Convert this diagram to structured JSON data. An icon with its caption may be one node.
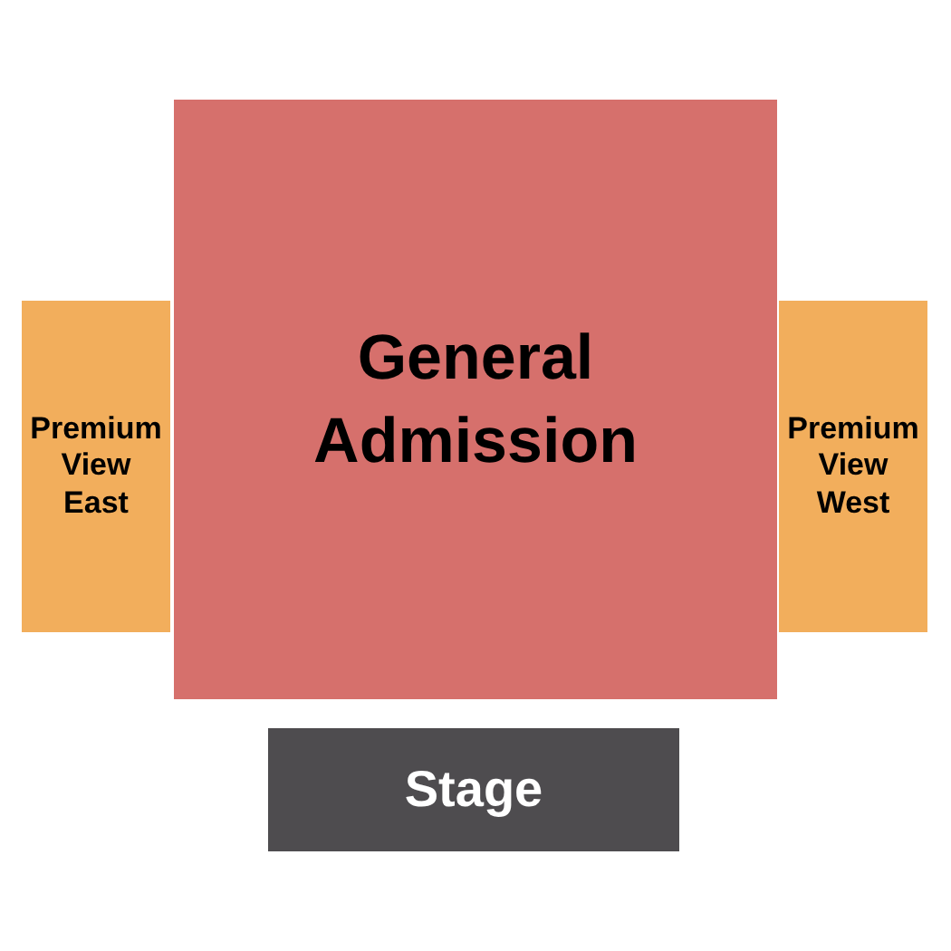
{
  "diagram": {
    "nodes": [
      {
        "text": [
          "General Admission"
        ]
      },
      {
        "text": [
          "Premium View East"
        ]
      },
      {
        "text": [
          "Premium View West"
        ]
      },
      {
        "text": [
          "Stage"
        ]
      }
    ]
  }
}
